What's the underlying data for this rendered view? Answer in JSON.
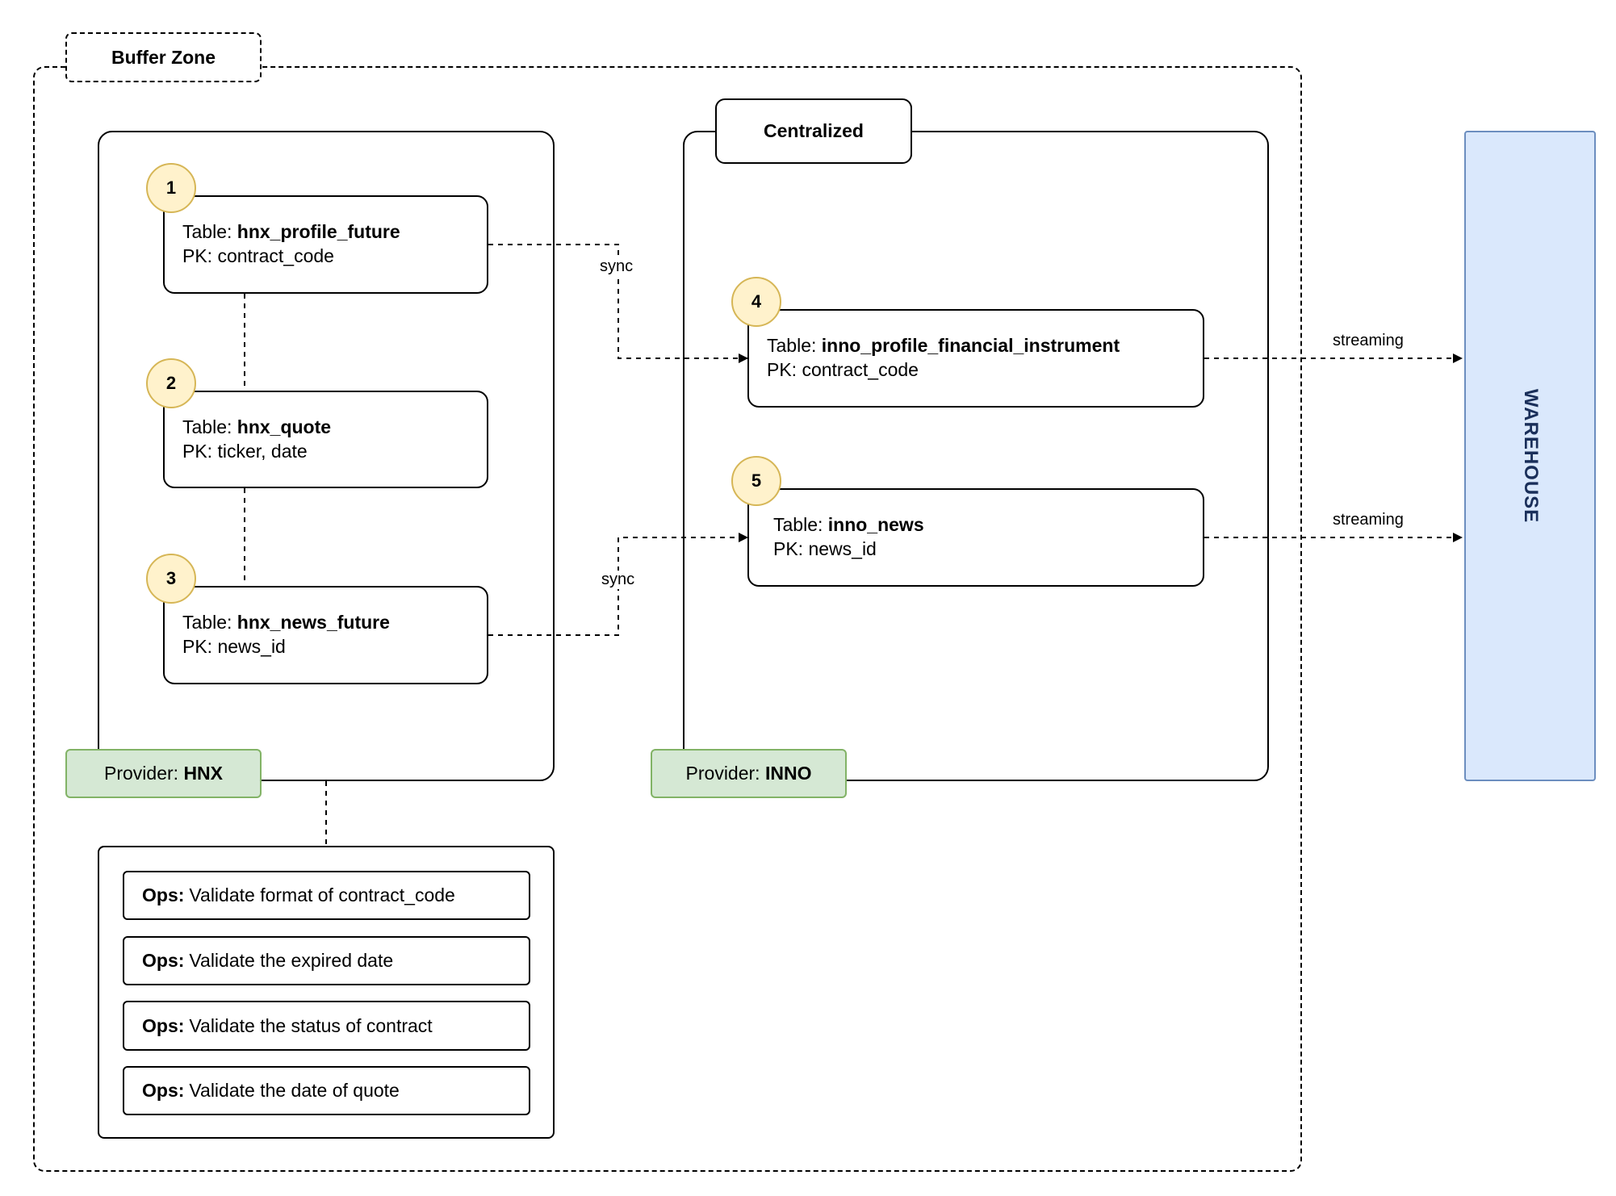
{
  "buffer_zone": {
    "label": "Buffer Zone"
  },
  "centralized": {
    "label": "Centralized"
  },
  "providers": {
    "hnx": {
      "prefix": "Provider:",
      "name": "HNX"
    },
    "inno": {
      "prefix": "Provider:",
      "name": "INNO"
    }
  },
  "tables": [
    {
      "number": "1",
      "label": "Table:",
      "name": "hnx_profile_future",
      "pk": "PK: contract_code"
    },
    {
      "number": "2",
      "label": "Table:",
      "name": "hnx_quote",
      "pk": "PK: ticker, date"
    },
    {
      "number": "3",
      "label": "Table:",
      "name": "hnx_news_future",
      "pk": "PK: news_id"
    },
    {
      "number": "4",
      "label": "Table:",
      "name": "inno_profile_financial_instrument",
      "pk": "PK: contract_code"
    },
    {
      "number": "5",
      "label": "Table:",
      "name": "inno_news",
      "pk": "PK: news_id"
    }
  ],
  "ops": [
    {
      "label": "Ops:",
      "text": "Validate format of contract_code"
    },
    {
      "label": "Ops:",
      "text": "Validate the expired date"
    },
    {
      "label": "Ops:",
      "text": "Validate the status of contract"
    },
    {
      "label": "Ops:",
      "text": "Validate the date of quote"
    }
  ],
  "edges": {
    "sync_1": "sync",
    "sync_2": "sync",
    "streaming_1": "streaming",
    "streaming_2": "streaming"
  },
  "warehouse": {
    "label": "WAREHOUSE"
  }
}
